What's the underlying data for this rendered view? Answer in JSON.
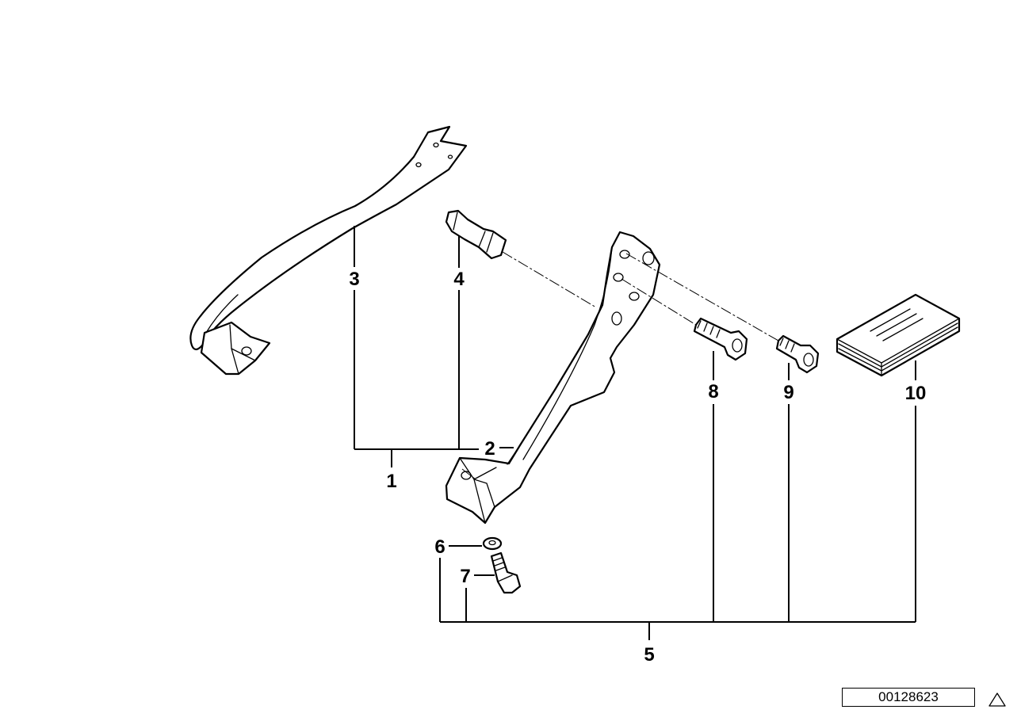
{
  "callouts": {
    "c1": "1",
    "c2": "2",
    "c3": "3",
    "c4": "4",
    "c5": "5",
    "c6": "6",
    "c7": "7",
    "c8": "8",
    "c9": "9",
    "c10": "10"
  },
  "reference_number": "00128623",
  "icons": {
    "corner": "warning-triangle-icon"
  }
}
